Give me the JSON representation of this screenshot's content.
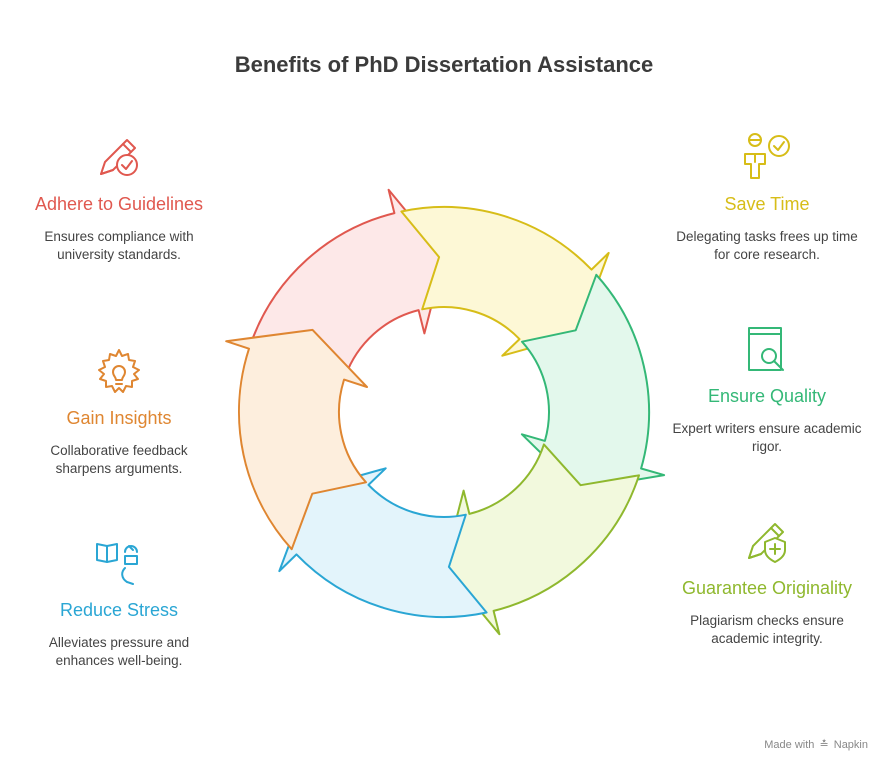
{
  "title": "Benefits of PhD Dissertation Assistance",
  "left": [
    {
      "title": "Adhere to Guidelines",
      "description": "Ensures compliance with university standards.",
      "icon": "pen-check-icon",
      "color": "#e0584f"
    },
    {
      "title": "Gain Insights",
      "description": "Collaborative feedback sharpens arguments.",
      "icon": "gear-bulb-icon",
      "color": "#df8631"
    },
    {
      "title": "Reduce Stress",
      "description": "Alleviates pressure and enhances well-being.",
      "icon": "book-person-icon",
      "color": "#2aa6d4"
    }
  ],
  "right": [
    {
      "title": "Save Time",
      "description": "Delegating tasks frees up time for core research.",
      "icon": "person-check-icon",
      "color": "#d7bd18"
    },
    {
      "title": "Ensure Quality",
      "description": "Expert writers ensure academic rigor.",
      "icon": "book-search-icon",
      "color": "#34b877"
    },
    {
      "title": "Guarantee Originality",
      "description": "Plagiarism checks ensure academic integrity.",
      "icon": "pen-shield-icon",
      "color": "#8fb82e"
    }
  ],
  "footer": {
    "made_with": "Made with",
    "brand": "Napkin"
  }
}
